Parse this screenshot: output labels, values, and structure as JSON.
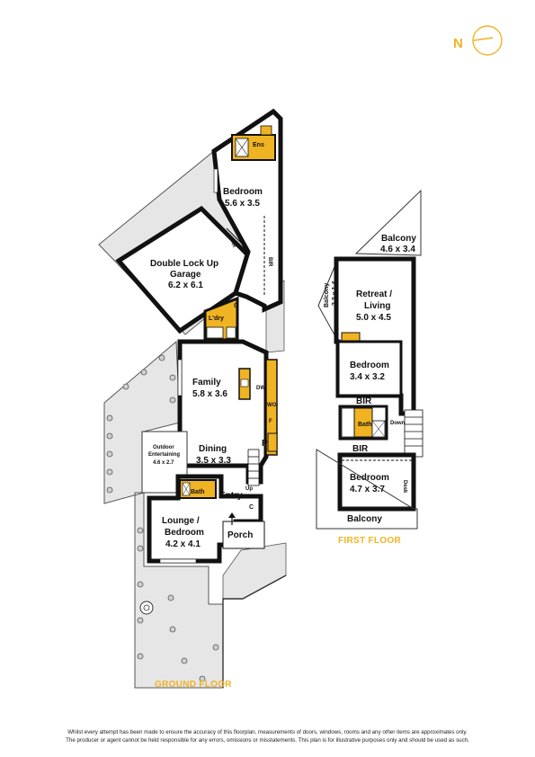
{
  "compass": {
    "label": "N",
    "color": "#f0b323"
  },
  "accent": "#f0b323",
  "wall_color": "#111111",
  "ground_floor": {
    "label": "GROUND FLOOR",
    "rooms": {
      "ensuite": "Ens",
      "bedroom_name": "Bedroom",
      "bedroom_size": "5.6 x 3.5",
      "bir_a": "BIR",
      "bir_b": "BIR",
      "garage_name_1": "Double Lock Up",
      "garage_name_2": "Garage",
      "garage_size": "6.2 x 6.1",
      "cupboard": "C",
      "laundry": "L'dry",
      "family_name": "Family",
      "family_size": "5.8 x 3.6",
      "dw": "DW",
      "wo": "WO",
      "fridge": "F",
      "pantry": "P",
      "outdoor_name": "Outdoor",
      "outdoor_name_2": "Entertaining",
      "outdoor_size": "4.6 x 2.7",
      "dining_name": "Dining",
      "dining_size": "3.5 x 3.3",
      "up": "Up",
      "bath": "Bath",
      "entry": "Entry",
      "entry_c": "C",
      "lounge_name_1": "Lounge /",
      "lounge_name_2": "Bedroom",
      "lounge_size": "4.2 x 4.1",
      "porch": "Porch"
    }
  },
  "first_floor": {
    "label": "FIRST FLOOR",
    "rooms": {
      "balcony_top_name": "Balcony",
      "balcony_top_size": "4.6 x 3.4",
      "balcony_side_name": "Balcony",
      "balcony_side_size": "2.3 x 1.4",
      "retreat_name_1": "Retreat /",
      "retreat_name_2": "Living",
      "retreat_size": "5.0 x 4.5",
      "bedroom2_name": "Bedroom",
      "bedroom2_size": "3.4 x 3.2",
      "bir1": "BIR",
      "bath": "Bath",
      "down": "Down",
      "bir2": "BIR",
      "bedroom3_name": "Bedroom",
      "bedroom3_size": "4.7 x 3.7",
      "desk": "Desk",
      "balcony_bottom": "Balcony"
    }
  },
  "disclaimer": {
    "line1": "Whilst every attempt has been made to ensure the accuracy of this floorplan, measurements of doors, windows, rooms and any other items are approximates only.",
    "line2": "The producer or agent cannot be held responsible for any errors, omissions or misstatements. This plan is for illustrative purposes only and should be used as such."
  }
}
